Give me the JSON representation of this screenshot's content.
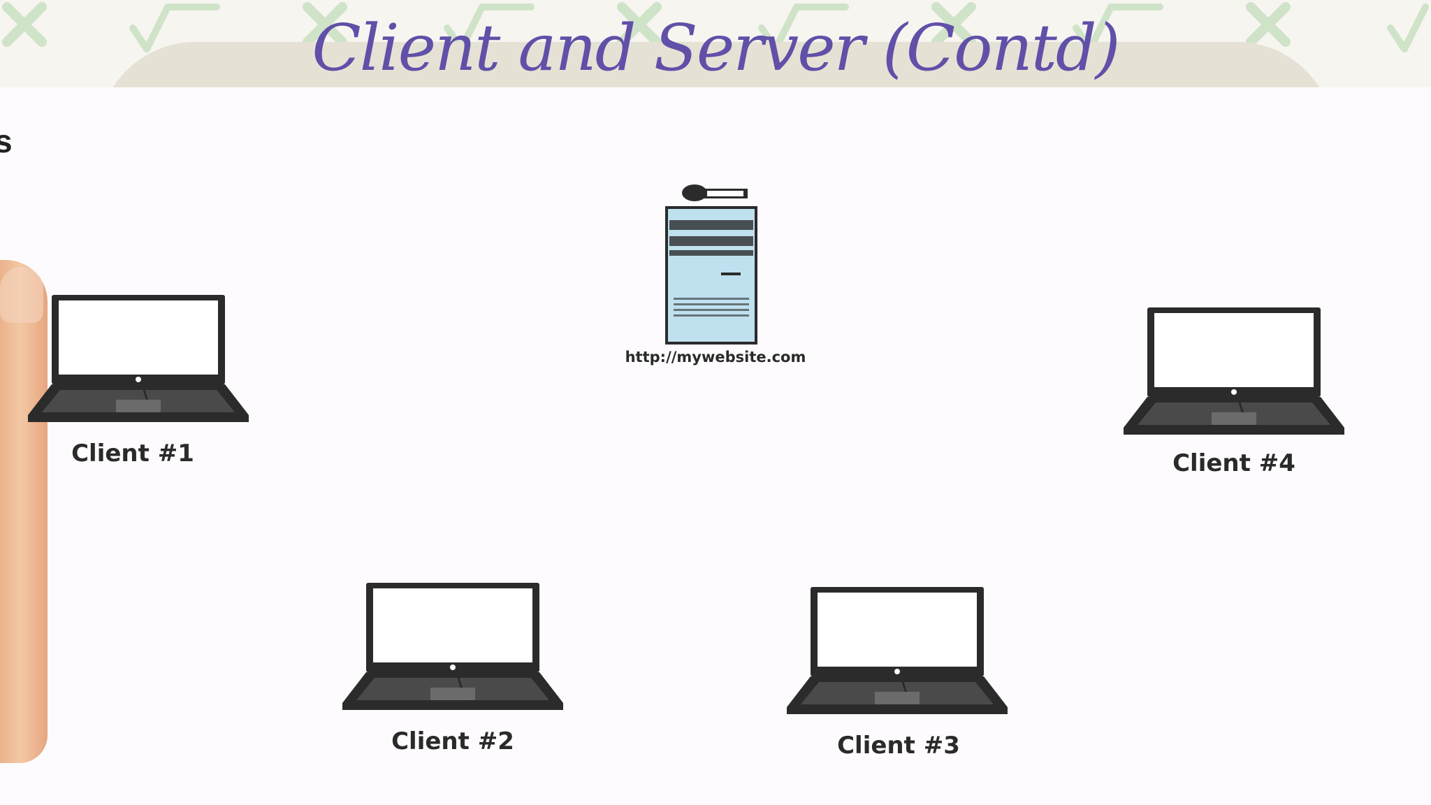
{
  "slide": {
    "title": "Client and Server  (Contd)",
    "partial_heading": "s"
  },
  "diagram": {
    "server": {
      "url": "http://mywebsite.com",
      "icon": "server-tower-icon",
      "logo_icon": "server-logo-icon"
    },
    "clients": [
      {
        "label": "Client #1",
        "icon": "laptop-icon"
      },
      {
        "label": "Client #2",
        "icon": "laptop-icon"
      },
      {
        "label": "Client #3",
        "icon": "laptop-icon"
      },
      {
        "label": "Client #4",
        "icon": "laptop-icon"
      }
    ]
  },
  "colors": {
    "title": "#6050a8",
    "title_tab": "#e6e1d5",
    "pattern_symbols": "#cfe3c9",
    "laptop_body": "#2b2b2b",
    "server_body": "#bfe0ef"
  }
}
